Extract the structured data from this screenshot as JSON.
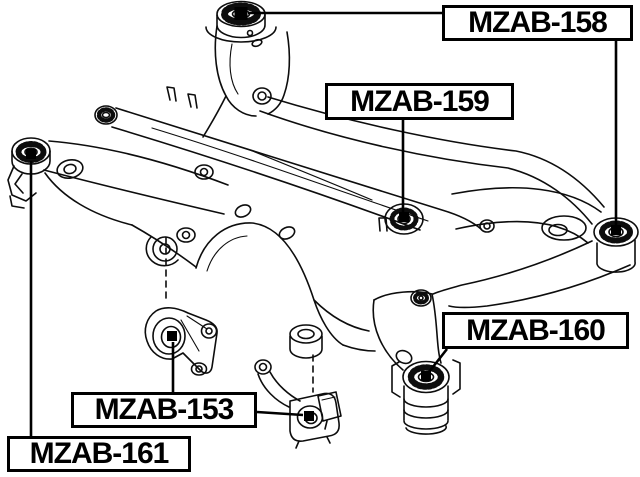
{
  "page": {
    "background_color": "#ffffff",
    "ink_color": "#000000"
  },
  "diagram": {
    "type": "exploded-parts-line-drawing",
    "labels": [
      {
        "id": "mzab-158",
        "text": "MZAB-158"
      },
      {
        "id": "mzab-159",
        "text": "MZAB-159"
      },
      {
        "id": "mzab-160",
        "text": "MZAB-160"
      },
      {
        "id": "mzab-153",
        "text": "MZAB-153"
      },
      {
        "id": "mzab-161",
        "text": "MZAB-161"
      }
    ]
  }
}
